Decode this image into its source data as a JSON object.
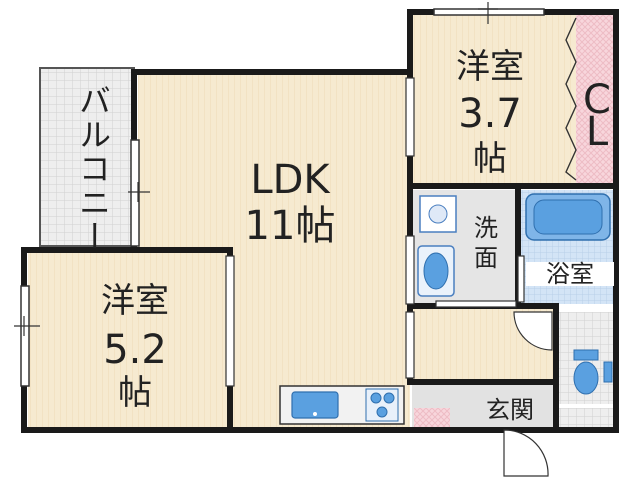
{
  "rooms": {
    "ldk": {
      "line1": "LDK",
      "line2": "11帖"
    },
    "western_small": {
      "line1": "洋室",
      "line2": "3.7",
      "line3": "帖"
    },
    "western_large": {
      "line1": "洋室",
      "line2": "5.2",
      "line3": "帖"
    },
    "closet": {
      "line1": "C",
      "line2": "L"
    },
    "washroom": {
      "line1": "洗",
      "line2": "面"
    },
    "bath": {
      "label": "浴室"
    },
    "entrance": {
      "label": "玄関"
    },
    "balcony": {
      "label": "バルコニー"
    }
  },
  "colors": {
    "wall": "#1a1a1a",
    "floor_wood": "#f6ead0",
    "floor_grain": "#efdcb8",
    "wet_floor": "#e6e6e6",
    "bath_floor": "#cfe2f7",
    "closet_floor": "#f6d0d6",
    "entrance_floor": "#f6d0d6",
    "fixture_blue": "#5aa0e0",
    "balcony_floor": "#e8e8e8"
  }
}
